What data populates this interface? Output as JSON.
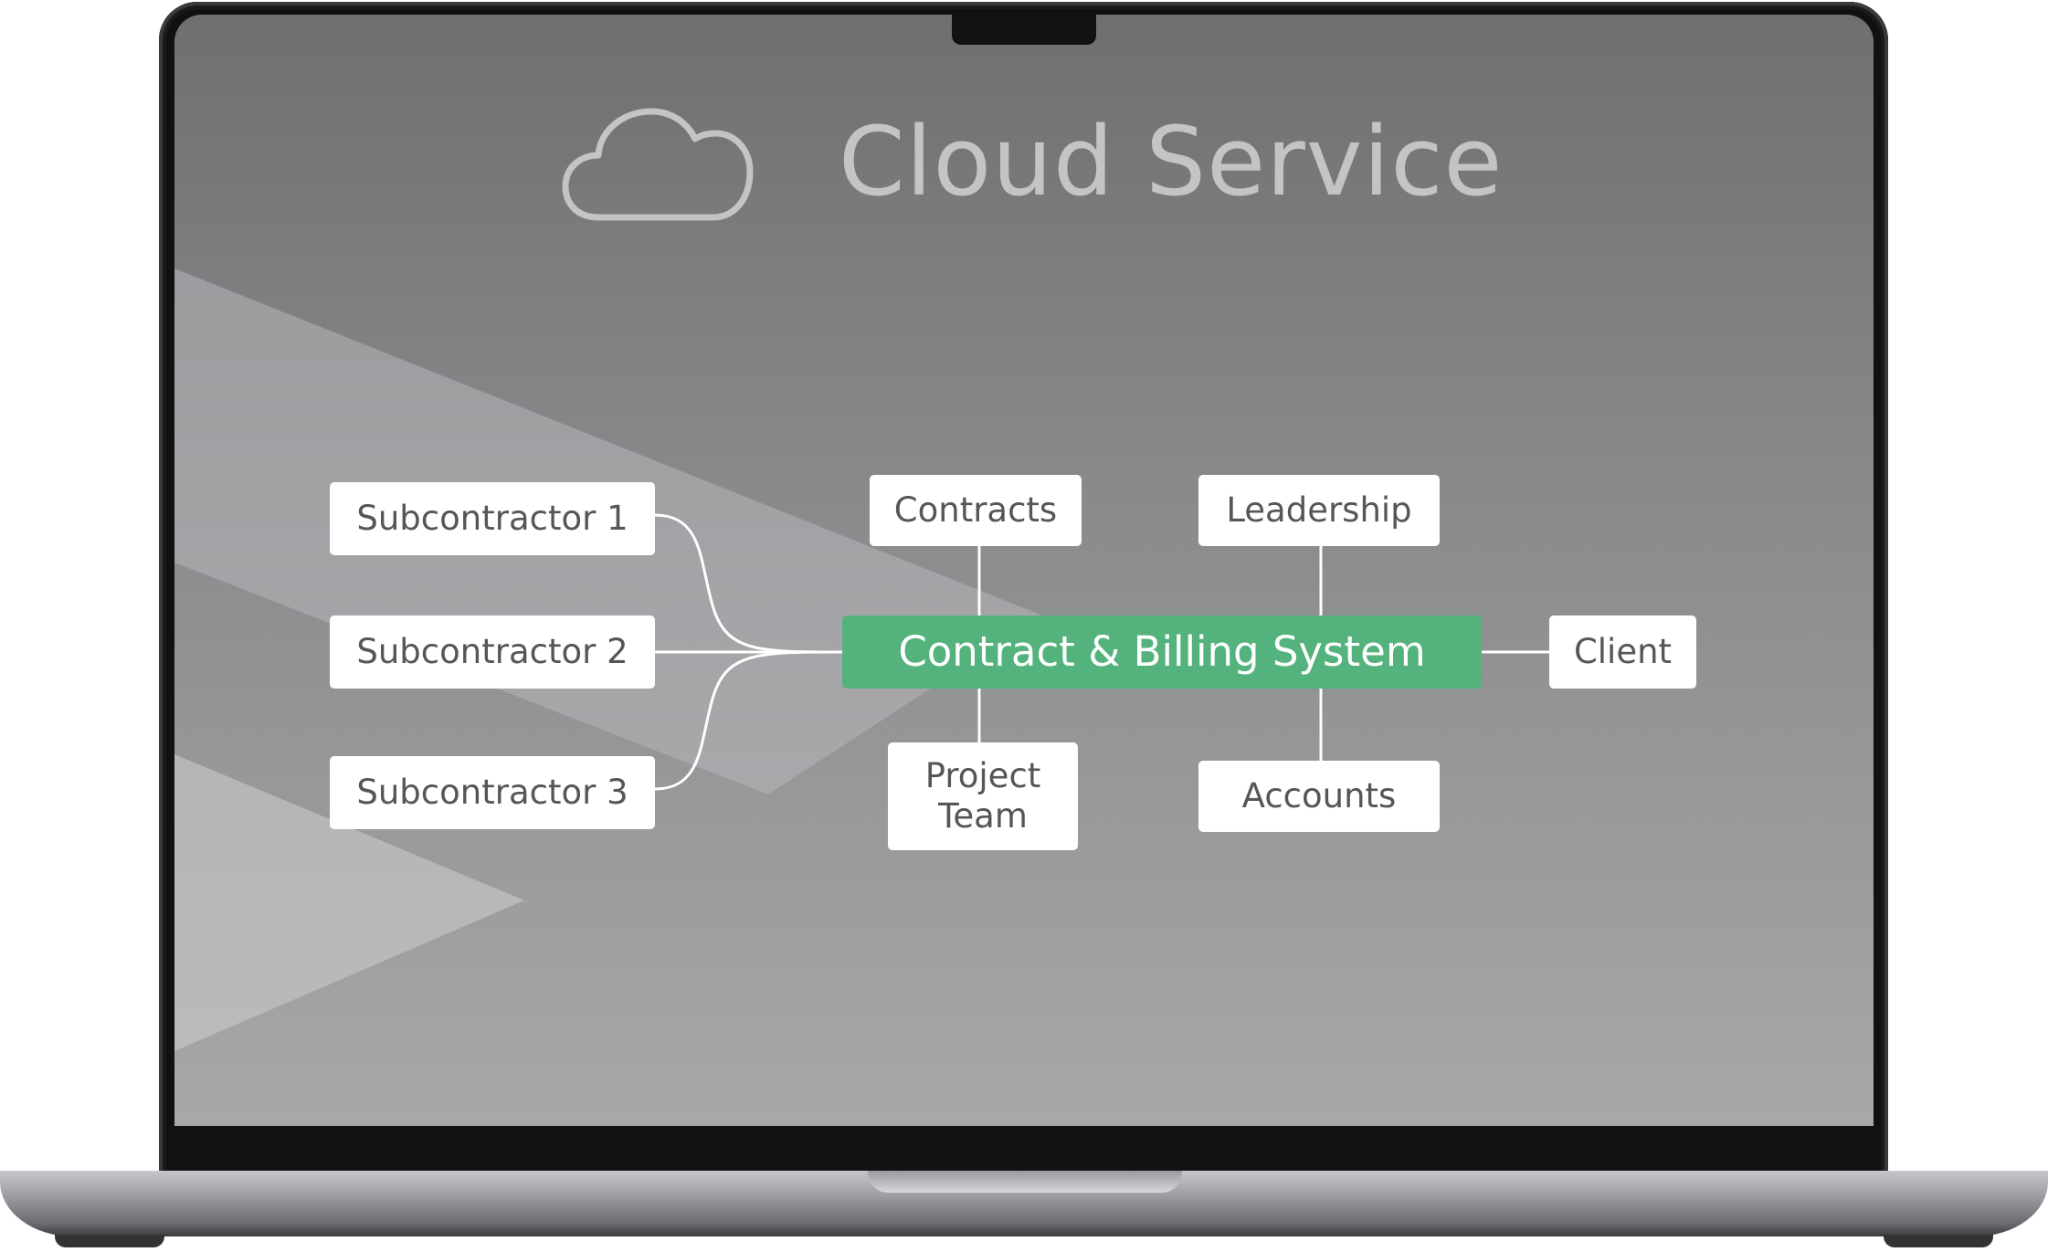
{
  "title": "Cloud Service",
  "icons": {
    "cloud": "cloud-icon"
  },
  "hub": {
    "label": "Contract & Billing System",
    "color": "#54b27c"
  },
  "subcontractors": [
    "Subcontractor 1",
    "Subcontractor 2",
    "Subcontractor 3"
  ],
  "nodes": {
    "contracts": "Contracts",
    "project_team": "Project\nTeam",
    "leadership": "Leadership",
    "accounts": "Accounts",
    "client": "Client"
  }
}
